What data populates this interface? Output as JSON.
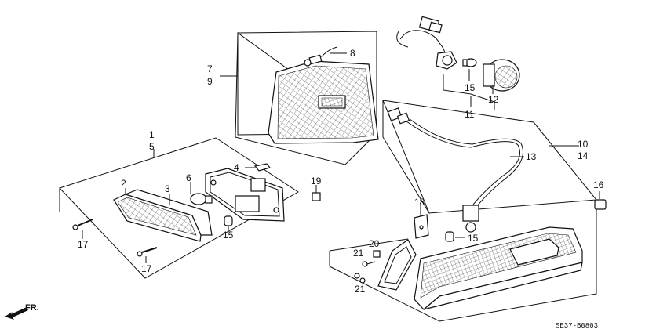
{
  "callouts": {
    "c1": "1",
    "c5": "5",
    "c2": "2",
    "c3": "3",
    "c4": "4",
    "c6": "6",
    "c7": "7",
    "c9": "9",
    "c8": "8",
    "c10": "10",
    "c14": "14",
    "c11": "11",
    "c12": "12",
    "c13": "13",
    "c15a": "15",
    "c15b": "15",
    "c15c": "15",
    "c16": "16",
    "c17a": "17",
    "c17b": "17",
    "c18": "18",
    "c19": "19",
    "c20": "20",
    "c21a": "21",
    "c21b": "21"
  },
  "direction_label": "FR.",
  "diagram_code": "SE37-B0803"
}
